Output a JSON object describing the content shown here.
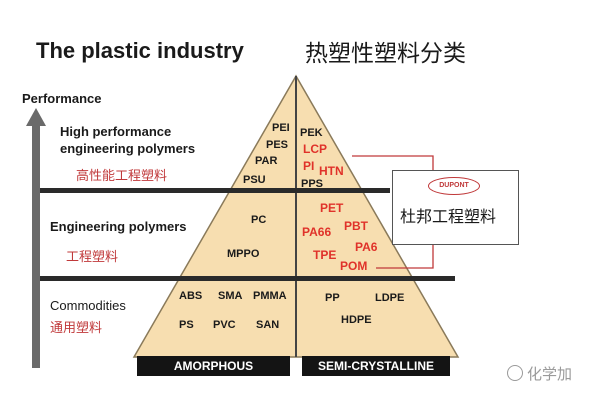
{
  "title_en": "The plastic industry",
  "title_cn": "热塑性塑料分类",
  "axis_label": "Performance",
  "tiers": {
    "high": {
      "en_line1": "High performance",
      "en_line2": "engineering polymers",
      "cn": "高性能工程塑料"
    },
    "engineering": {
      "en": "Engineering polymers",
      "cn": "工程塑料"
    },
    "commodities": {
      "en": "Commodities",
      "cn": "通用塑料"
    }
  },
  "amorphous": {
    "high": [
      "PEI",
      "PES",
      "PAR",
      "PSU"
    ],
    "engineering": [
      "PC",
      "MPPO"
    ],
    "commodities": [
      "ABS",
      "SMA",
      "PMMA",
      "PS",
      "PVC",
      "SAN"
    ]
  },
  "semi_crystalline": {
    "high_black": [
      "PEK",
      "PPS"
    ],
    "high_red": [
      "LCP",
      "PI",
      "HTN"
    ],
    "engineering_red": [
      "PET",
      "PBT",
      "PA66",
      "PA6",
      "TPE",
      "POM"
    ],
    "commodities": [
      "PP",
      "LDPE",
      "HDPE"
    ]
  },
  "base_labels": {
    "left": "AMORPHOUS",
    "right": "SEMI-CRYSTALLINE"
  },
  "dupont": {
    "logo": "DUPONT",
    "label": "杜邦工程塑料"
  },
  "watermark": "化学加",
  "colors": {
    "pyramid": "#f7deb0",
    "bands": "#2a2a2a",
    "red": "#e0322a",
    "callout": "#c0393a"
  }
}
